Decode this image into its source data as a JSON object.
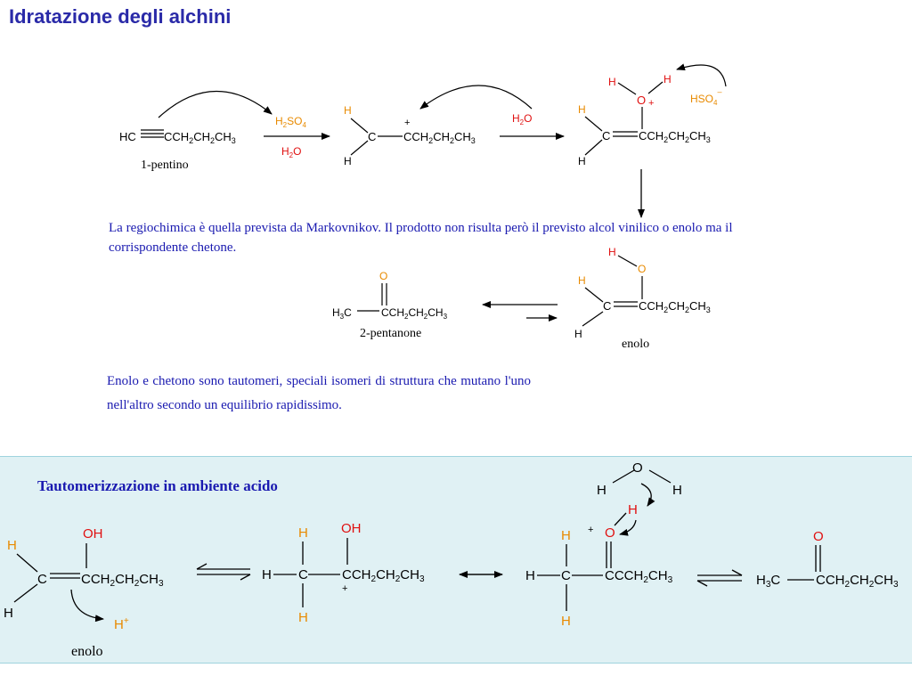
{
  "slide": {
    "title": "Idratazione degli alchini",
    "paragraph1": "La regiochimica è quella prevista da Markovnikov. Il prodotto non risulta però il previsto alcol vinilico o enolo ma il corrispondente chetone.",
    "paragraph2": "Enolo e chetono sono tautomeri, speciali isomeri di struttura che mutano l'uno nell'altro secondo un equilibrio rapidissimo.",
    "panel_title": "Tautomerizzazione in ambiente acido"
  },
  "labels": {
    "pentyne_name": "1-pentino",
    "pentanone_name": "2-pentanone",
    "enol_name": "enolo",
    "enol_name_bottom": "enolo"
  },
  "colors": {
    "text_blue": "#1a1ab0",
    "title_blue": "#2a2aa8",
    "orange": "#e88a00",
    "red": "#e01010",
    "panel_bg": "#e0f1f4"
  }
}
